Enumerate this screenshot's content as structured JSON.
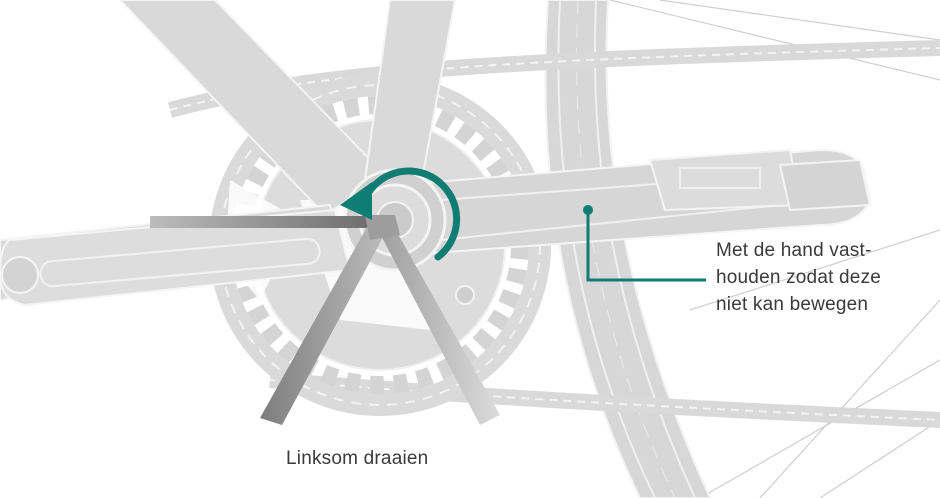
{
  "diagram": {
    "label_hold_lines": [
      "Met de hand vast-",
      "houden zodat deze",
      "niet kan bewegen"
    ],
    "label_turn": "Linksom draaien",
    "colors": {
      "frame": "#d9d9d9",
      "frame_light": "#e6e6e6",
      "frame_outline": "#f4f4f4",
      "spokes": "#cfcfcf",
      "accent": "#0f7d74",
      "tool_dark": "#858585",
      "tool_light": "#c4c4c4",
      "text": "#3a3a3a"
    },
    "icons": [
      "counterclockwise-arrow-icon",
      "callout-leader-icon"
    ]
  }
}
